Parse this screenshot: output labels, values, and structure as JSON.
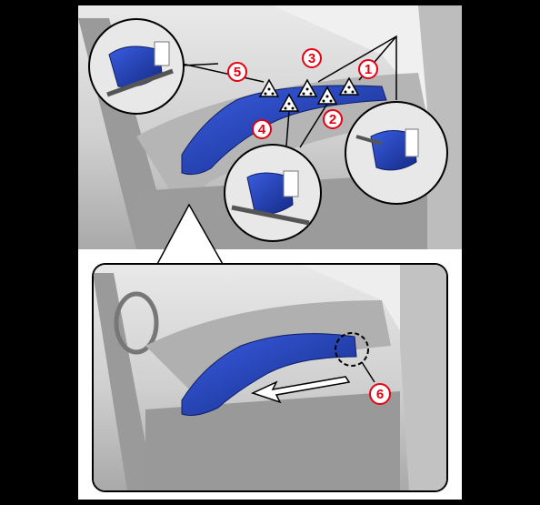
{
  "figure": {
    "colors": {
      "border": "#000000",
      "part_blue": "#1f3fbf",
      "part_blue_dark": "#142a86",
      "callout_red": "#e60012",
      "interior_gray": "#cfcfcf",
      "interior_dark": "#8c8c8c"
    },
    "callouts": [
      {
        "id": "callout-1",
        "label": "1"
      },
      {
        "id": "callout-2",
        "label": "2"
      },
      {
        "id": "callout-3",
        "label": "3"
      },
      {
        "id": "callout-4",
        "label": "4"
      },
      {
        "id": "callout-5",
        "label": "5"
      },
      {
        "id": "callout-6",
        "label": "6"
      }
    ],
    "icons": [
      "clip-triangle-icon",
      "removal-direction-arrow-icon",
      "magnifier-circle-icon"
    ]
  }
}
